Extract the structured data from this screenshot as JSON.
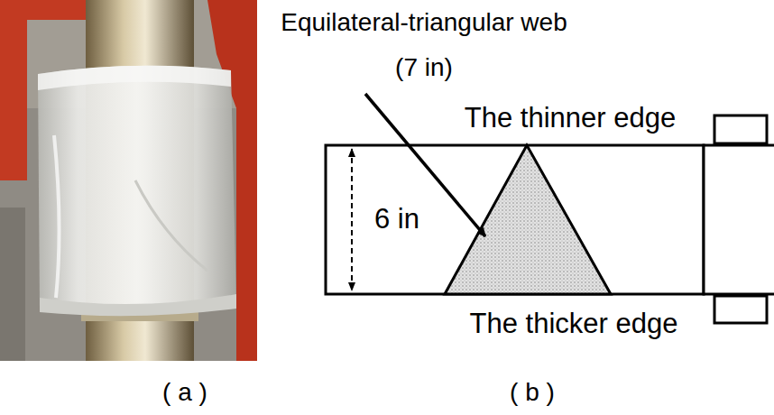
{
  "diagram": {
    "labels": [
      "Equilateral-triangular web (7 in)",
      "The thinner edge",
      "6 in",
      "The thicker edge",
      "( a )",
      "( b )"
    ]
  }
}
